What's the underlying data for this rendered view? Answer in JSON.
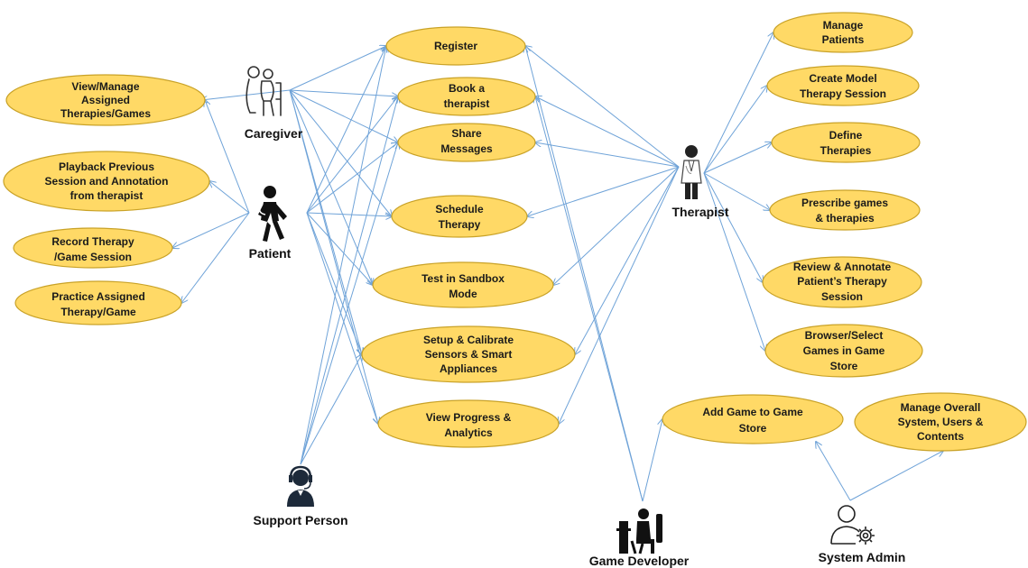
{
  "diagram": {
    "colors": {
      "use_case_fill": "#FFD966",
      "use_case_stroke": "#C9A227",
      "connector": "#6fa3d8",
      "text": "#1a1a1a"
    },
    "actors": {
      "caregiver": {
        "label": "Caregiver",
        "icon": "caregiver-icon"
      },
      "patient": {
        "label": "Patient",
        "icon": "patient-icon"
      },
      "therapist": {
        "label": "Therapist",
        "icon": "doctor-icon"
      },
      "support_person": {
        "label": "Support Person",
        "icon": "headset-agent-icon"
      },
      "game_developer": {
        "label": "Game Developer",
        "icon": "developer-at-desk-icon"
      },
      "system_admin": {
        "label": "System Admin",
        "icon": "admin-gear-icon"
      }
    },
    "use_cases": {
      "view_manage": {
        "lines": [
          "View/Manage",
          "Assigned",
          "Therapies/Games"
        ]
      },
      "playback": {
        "lines": [
          "Playback Previous",
          "Session and Annotation",
          "from therapist"
        ]
      },
      "record": {
        "lines": [
          "Record Therapy",
          "/Game Session"
        ]
      },
      "practice": {
        "lines": [
          "Practice Assigned",
          "Therapy/Game"
        ]
      },
      "register": {
        "lines": [
          "Register"
        ]
      },
      "book": {
        "lines": [
          "Book a",
          "therapist"
        ]
      },
      "share": {
        "lines": [
          "Share",
          "Messages"
        ]
      },
      "schedule": {
        "lines": [
          "Schedule",
          "Therapy"
        ]
      },
      "sandbox": {
        "lines": [
          "Test in Sandbox",
          "Mode"
        ]
      },
      "setup": {
        "lines": [
          "Setup & Calibrate",
          "Sensors & Smart",
          "Appliances"
        ]
      },
      "progress": {
        "lines": [
          "View Progress &",
          "Analytics"
        ]
      },
      "manage_patients": {
        "lines": [
          "Manage",
          "Patients"
        ]
      },
      "create_model": {
        "lines": [
          "Create Model",
          "Therapy Session"
        ]
      },
      "define": {
        "lines": [
          "Define",
          "Therapies"
        ]
      },
      "prescribe": {
        "lines": [
          "Prescribe games",
          "& therapies"
        ]
      },
      "review": {
        "lines": [
          "Review & Annotate",
          "Patient’s Therapy",
          "Session"
        ]
      },
      "browse": {
        "lines": [
          "Browser/Select",
          "Games in Game",
          "Store"
        ]
      },
      "add_game": {
        "lines": [
          "Add Game to Game",
          "Store"
        ]
      },
      "manage_system": {
        "lines": [
          "Manage Overall",
          "System, Users &",
          "Contents"
        ]
      }
    }
  }
}
